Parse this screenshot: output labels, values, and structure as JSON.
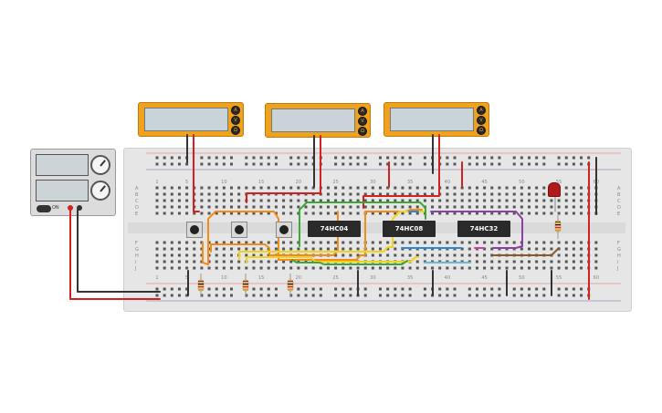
{
  "chips": [
    {
      "label": "74HC04"
    },
    {
      "label": "74HC08"
    },
    {
      "label": "74HC32"
    }
  ],
  "column_labels": [
    "1",
    "5",
    "10",
    "15",
    "20",
    "25",
    "30",
    "35",
    "40",
    "45",
    "50",
    "55",
    "60"
  ],
  "row_labels_top": [
    "A",
    "B",
    "C",
    "D",
    "E"
  ],
  "row_labels_bottom": [
    "F",
    "G",
    "H",
    "I",
    "J"
  ],
  "meter_knob_labels": [
    "A",
    "V",
    "Ω"
  ],
  "power_supply": {
    "on_label": "ON"
  },
  "colors": {
    "red_wire": "#d0221f",
    "black_wire": "#333333",
    "orange_wire": "#f28c16",
    "yellow_wire": "#f1d31c",
    "green_wire": "#3aa935",
    "blue_wire": "#2f8ad2",
    "purple_wire": "#8b3fa9",
    "brown_wire": "#8a5a2b"
  }
}
